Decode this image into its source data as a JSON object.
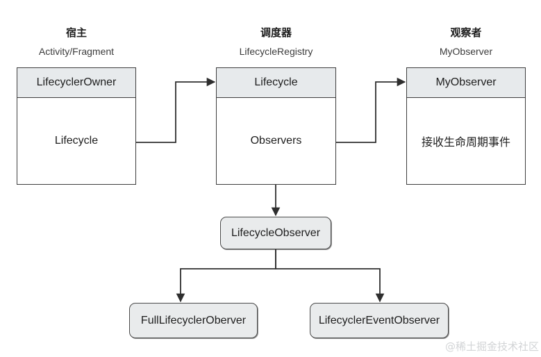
{
  "diagram": {
    "type": "flow-diagram",
    "background": "#ffffff",
    "line_color": "#3d3d3d",
    "header_fill": "#e7eaec",
    "rounded_fill": "#e9ebec",
    "text_color": "#1d1d1d"
  },
  "columns": [
    {
      "title": "宿主",
      "subtitle": "Activity/Fragment"
    },
    {
      "title": "调度器",
      "subtitle": "LifecycleRegistry"
    },
    {
      "title": "观察者",
      "subtitle": "MyObserver"
    }
  ],
  "boxes": [
    {
      "id": "owner",
      "header": "LifecyclerOwner",
      "body": "Lifecycle"
    },
    {
      "id": "lifecycle",
      "header": "Lifecycle",
      "body": "Observers"
    },
    {
      "id": "myobserver",
      "header": "MyObserver",
      "body": "接收生命周期事件"
    }
  ],
  "nodes": [
    {
      "id": "lifecycle-observer",
      "label": "LifecycleObserver"
    },
    {
      "id": "full-lifecycler-oberver",
      "label": "FullLifecyclerOberver"
    },
    {
      "id": "lifecycler-event-observer",
      "label": "LifecyclerEventObserver"
    }
  ],
  "watermark": {
    "text": "@稀土掘金技术社区"
  }
}
